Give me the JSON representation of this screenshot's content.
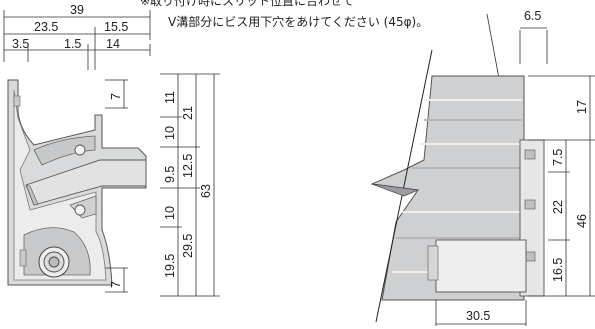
{
  "note": {
    "line1": "※取り付け時にスリット位置に合わせて",
    "line2": "V溝部分にビス用下穴をあけてください (45φ)。"
  },
  "left_view": {
    "width_dims": [
      "39",
      "23.5",
      "15.5",
      "3.5",
      "1.5",
      "14"
    ],
    "side_dims": [
      "7",
      "7"
    ],
    "inner_height_dims": [
      "11",
      "10",
      "9.5",
      "10",
      "19.5"
    ],
    "mid_height_dims": [
      "21",
      "12.5",
      "29.5"
    ],
    "total_height": "63"
  },
  "right_view": {
    "top_dim": "6.5",
    "height_dims": [
      "17",
      "7.5",
      "22",
      "16.5"
    ],
    "total_height": "46",
    "bottom_dim": "30.5"
  }
}
